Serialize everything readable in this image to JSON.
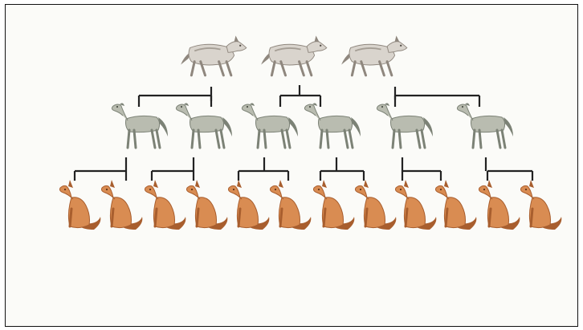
{
  "diagram": {
    "generations": [
      {
        "animal": "wolf",
        "count": 3,
        "colors": {
          "body": "#d9d4cd",
          "shade": "#8f877e",
          "dark": "#4d4741"
        }
      },
      {
        "animal": "hound",
        "count": 6,
        "colors": {
          "body": "#b9bcb0",
          "shade": "#7c8276",
          "dark": "#4b5047"
        }
      },
      {
        "animal": "dog",
        "count": 12,
        "colors": {
          "body": "#d98c52",
          "shade": "#a85e2e",
          "dark": "#5e341a"
        }
      }
    ],
    "connector_color": "#222222"
  }
}
